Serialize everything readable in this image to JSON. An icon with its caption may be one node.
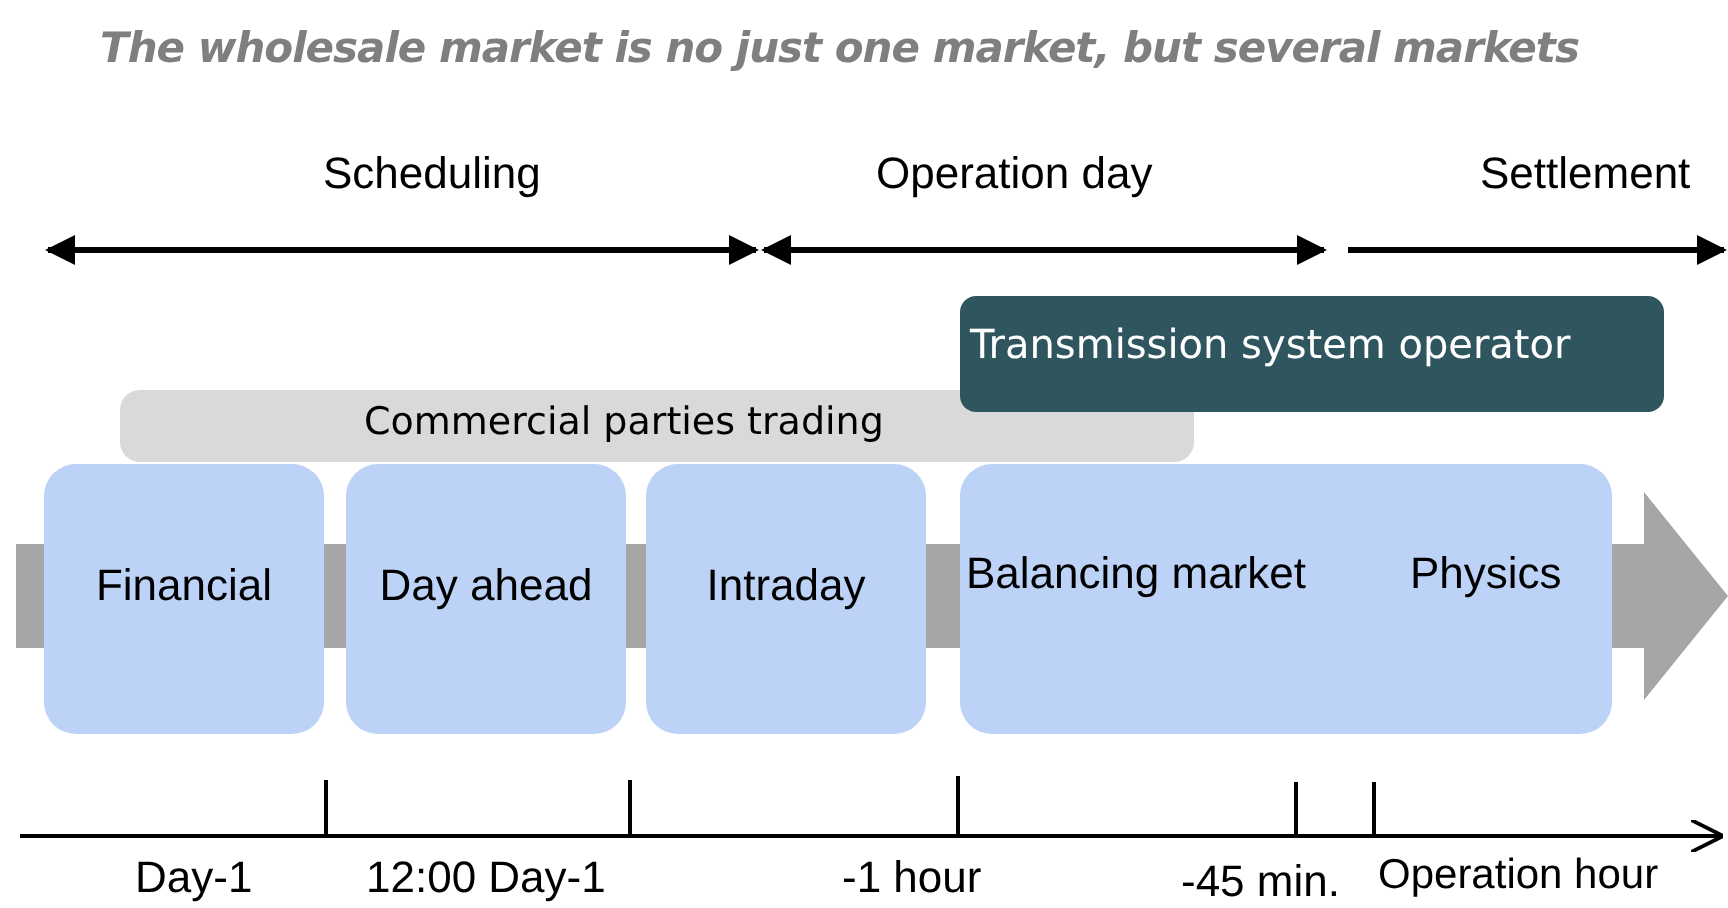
{
  "diagram": {
    "title": "The wholesale market is no just one market, but several markets",
    "nodes": [
      {
        "text": [
          "Commercial parties trading"
        ]
      },
      {
        "text": [
          "Transmission system operator"
        ]
      },
      {
        "text": [
          "Financial"
        ]
      },
      {
        "text": [
          "Day ahead"
        ]
      },
      {
        "text": [
          "Intraday"
        ]
      },
      {
        "text": [
          "Balancing market",
          "Physics"
        ]
      }
    ],
    "labels": [
      "Scheduling",
      "Operation day",
      "Settlement",
      "Day-1",
      "12:00 Day-1",
      "-1 hour",
      "-45 min.",
      "Operation hour"
    ]
  }
}
